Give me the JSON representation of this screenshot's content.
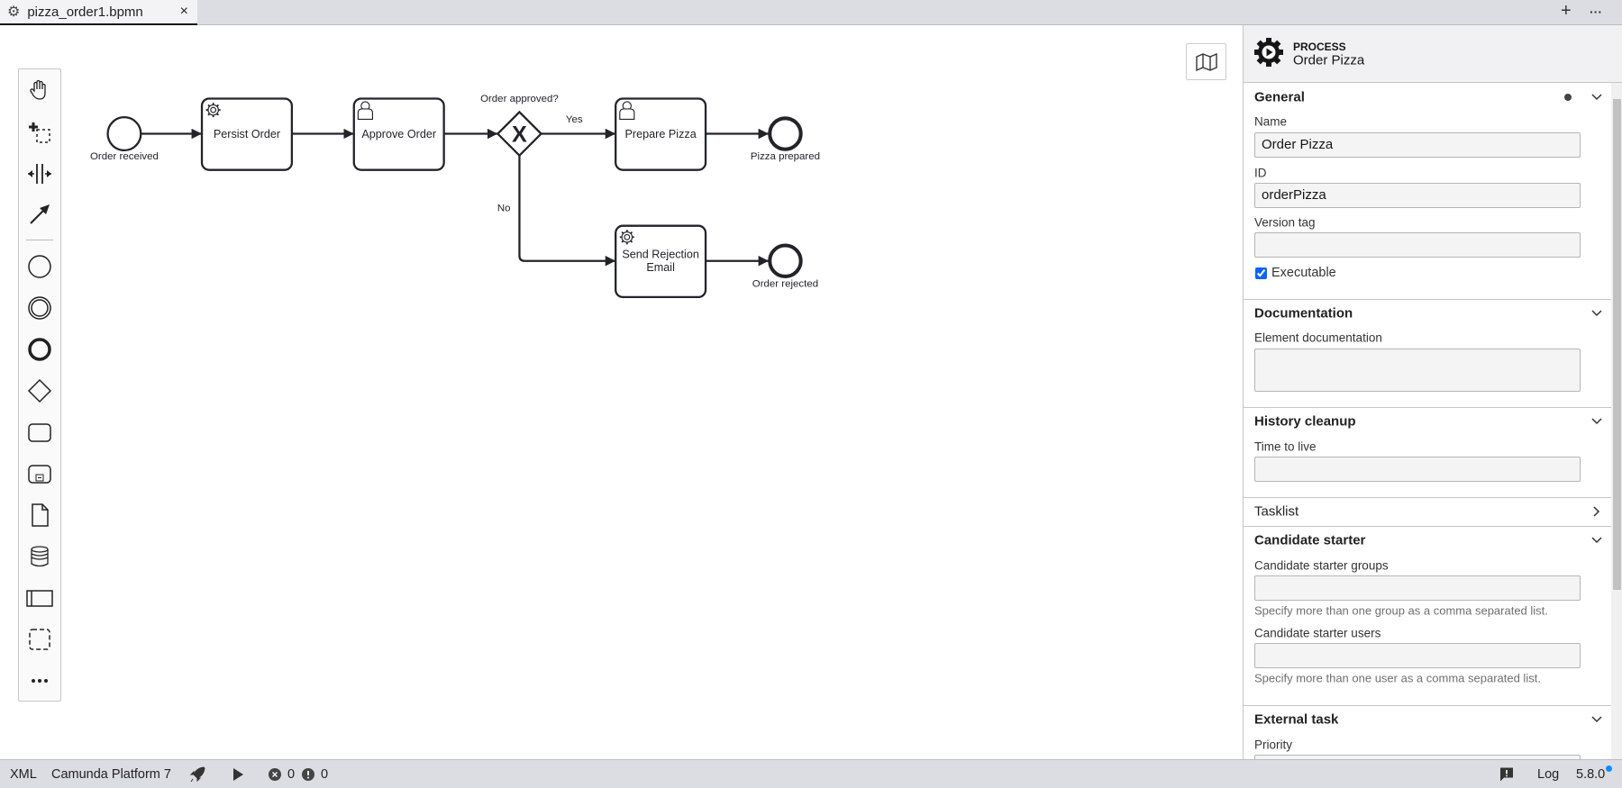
{
  "tabbar": {
    "tab_title": "pizza_order1.bpmn",
    "close_icon": "×",
    "add_icon": "+",
    "more_icon": "···"
  },
  "palette": {
    "tools": [
      "hand-tool",
      "lasso-tool",
      "space-tool",
      "connect-tool",
      "start-event",
      "intermediate-event",
      "end-event",
      "gateway",
      "task",
      "subprocess",
      "data-object",
      "data-store",
      "participant",
      "group",
      "more"
    ]
  },
  "diagram": {
    "start_event": "Order received",
    "tasks": {
      "persist": "Persist Order",
      "approve": "Approve Order",
      "prepare": "Prepare Pizza",
      "reject_line1": "Send Rejection",
      "reject_line2": "Email"
    },
    "gateway": "Order approved?",
    "flows": {
      "yes": "Yes",
      "no": "No"
    },
    "end_events": {
      "prepared": "Pizza prepared",
      "rejected": "Order rejected"
    }
  },
  "properties": {
    "type": "PROCESS",
    "name": "Order Pizza",
    "general": {
      "title": "General",
      "name_label": "Name",
      "name_value": "Order Pizza",
      "id_label": "ID",
      "id_value": "orderPizza",
      "version_label": "Version tag",
      "version_value": "",
      "executable_label": "Executable",
      "executable": true
    },
    "documentation": {
      "title": "Documentation",
      "label": "Element documentation",
      "value": ""
    },
    "history": {
      "title": "History cleanup",
      "label": "Time to live",
      "value": ""
    },
    "tasklist": {
      "title": "Tasklist"
    },
    "candidate": {
      "title": "Candidate starter",
      "groups_label": "Candidate starter groups",
      "groups_hint": "Specify more than one group as a comma separated list.",
      "users_label": "Candidate starter users",
      "users_hint": "Specify more than one user as a comma separated list."
    },
    "external": {
      "title": "External task",
      "priority_label": "Priority"
    }
  },
  "status": {
    "xml": "XML",
    "platform": "Camunda Platform 7",
    "errors": "0",
    "warnings": "0",
    "log": "Log",
    "version": "5.8.0",
    "accent": "#0f62fe"
  }
}
